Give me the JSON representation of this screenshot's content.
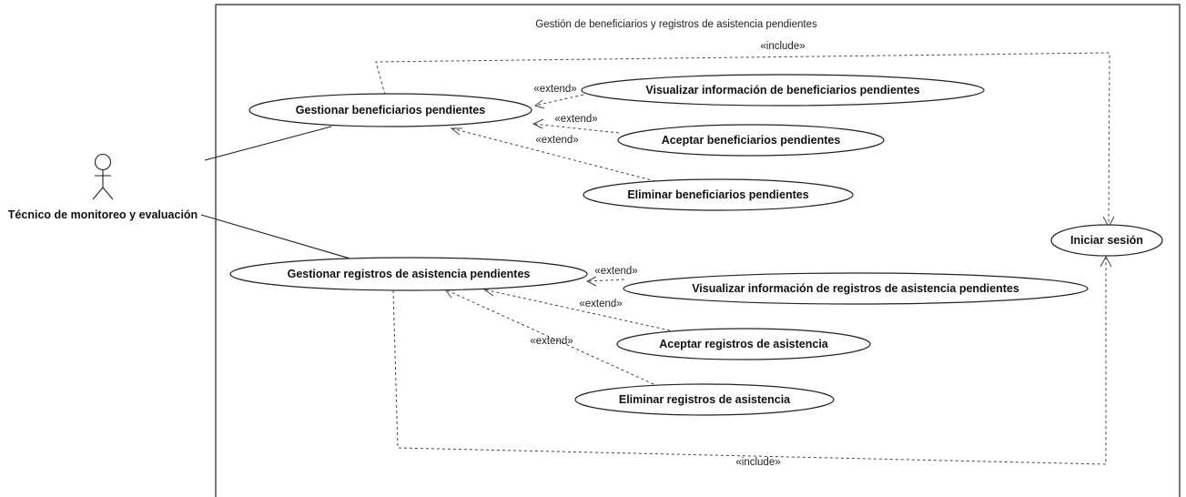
{
  "system": {
    "title": "Gestión de beneficiarios y registros de asistencia pendientes"
  },
  "actor": {
    "name": "Técnico de monitoreo y evaluación"
  },
  "use_cases": {
    "gestionar_beneficiarios": "Gestionar beneficiarios pendientes",
    "visualizar_beneficiarios": "Visualizar información de beneficiarios pendientes",
    "aceptar_beneficiarios": "Aceptar beneficiarios pendientes",
    "eliminar_beneficiarios": "Eliminar beneficiarios pendientes",
    "iniciar_sesion": "Iniciar sesión",
    "gestionar_registros": "Gestionar registros de asistencia pendientes",
    "visualizar_registros": "Visualizar información de registros de asistencia pendientes",
    "aceptar_registros": "Aceptar registros de asistencia",
    "eliminar_registros": "Eliminar registros de asistencia"
  },
  "relations": {
    "include_top": "«include»",
    "include_bottom": "«include»",
    "extend_visualizar_beneficiarios": "«extend»",
    "extend_aceptar_beneficiarios": "«extend»",
    "extend_eliminar_beneficiarios": "«extend»",
    "extend_visualizar_registros": "«extend»",
    "extend_aceptar_registros": "«extend»",
    "extend_eliminar_registros": "«extend»"
  }
}
